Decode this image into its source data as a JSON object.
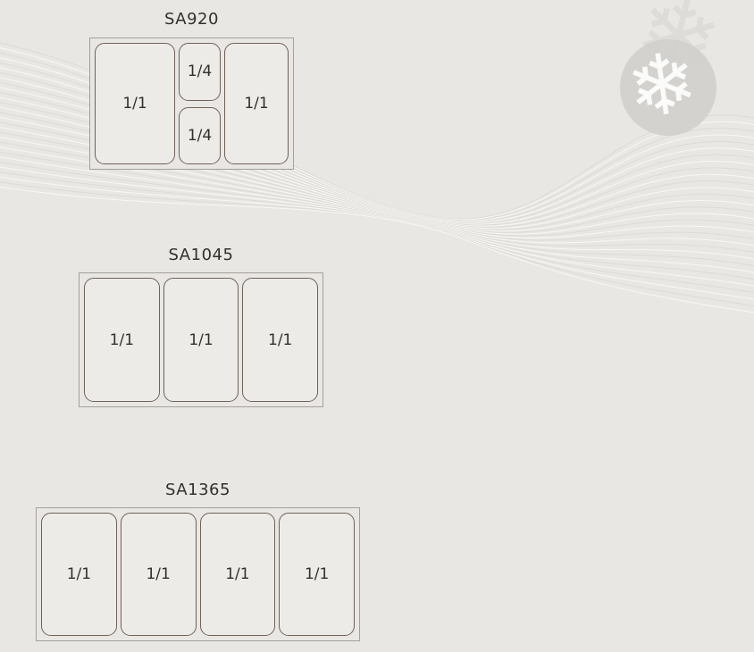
{
  "colors": {
    "background": "#e9e7e4",
    "tray_border": "#a39f9b",
    "pan_border": "#6f6259",
    "pan_fill": "#edebe8",
    "text": "#332f2b",
    "wave_light": "#f8f7f5",
    "wave_dark": "#dbd8d5",
    "flake_back": "#dedcd9",
    "flake_front": "#fbfbfa",
    "circle": "#d2cfcb"
  },
  "decor": {
    "snowflake_glyph": "❄"
  },
  "models": [
    {
      "title": "SA920",
      "pans": [
        {
          "label": "1/1",
          "size": "full"
        },
        {
          "label": "1/4",
          "size": "quarter"
        },
        {
          "label": "1/4",
          "size": "quarter"
        },
        {
          "label": "1/1",
          "size": "full"
        }
      ]
    },
    {
      "title": "SA1045",
      "pans": [
        {
          "label": "1/1",
          "size": "full"
        },
        {
          "label": "1/1",
          "size": "full"
        },
        {
          "label": "1/1",
          "size": "full"
        }
      ]
    },
    {
      "title": "SA1365",
      "pans": [
        {
          "label": "1/1",
          "size": "full"
        },
        {
          "label": "1/1",
          "size": "full"
        },
        {
          "label": "1/1",
          "size": "full"
        },
        {
          "label": "1/1",
          "size": "full"
        }
      ]
    }
  ]
}
